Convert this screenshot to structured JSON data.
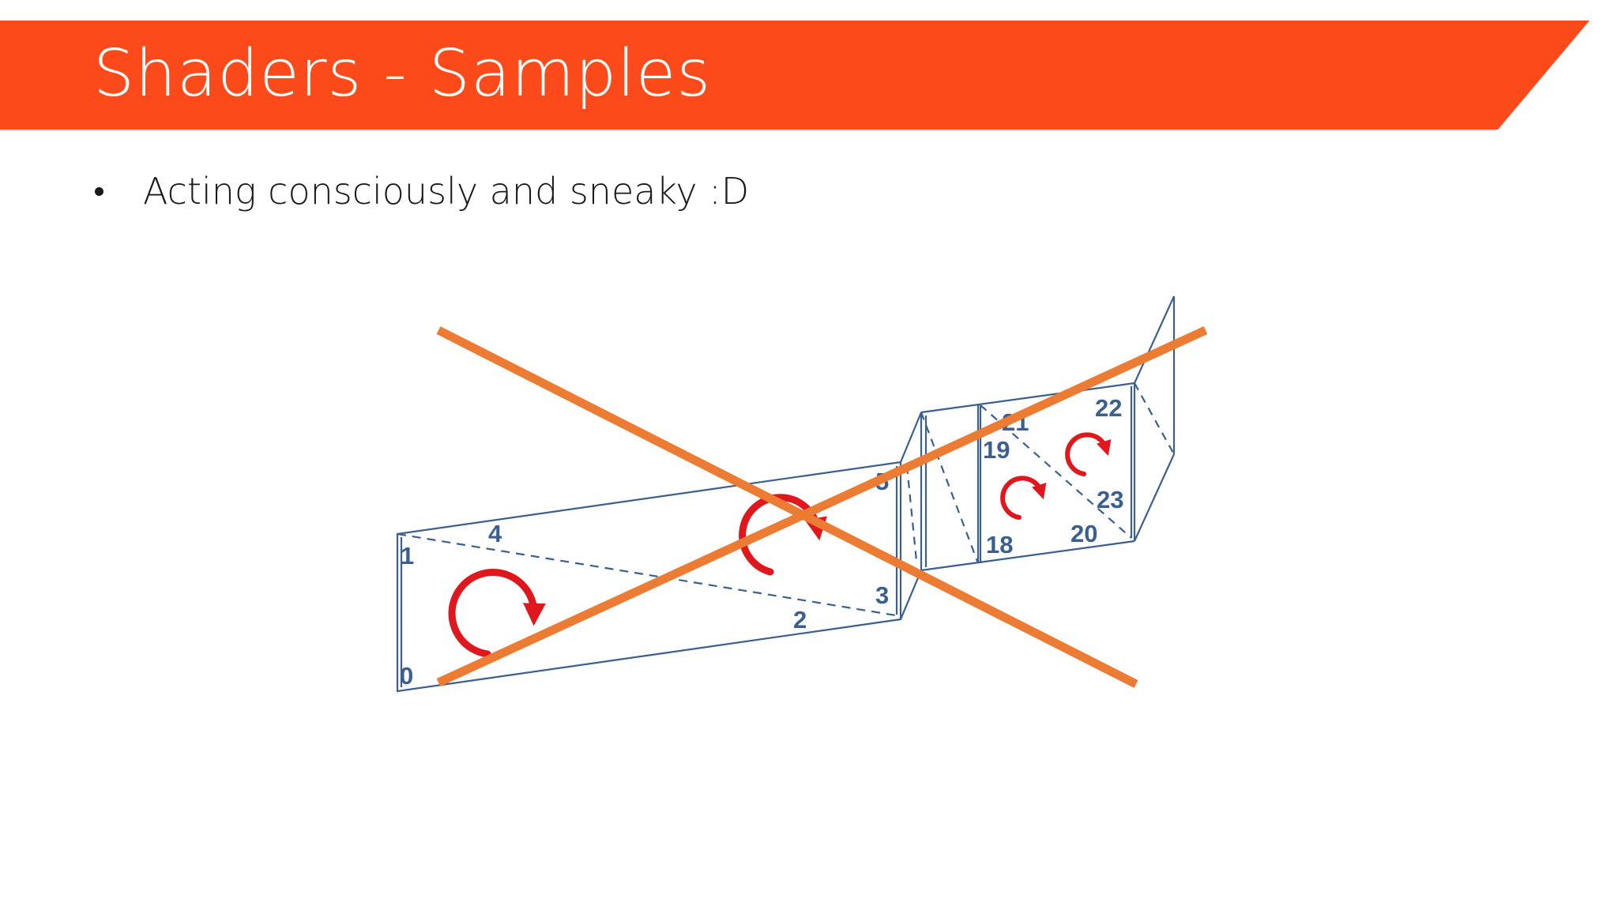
{
  "slide": {
    "title": "Shaders - Samples",
    "bullets": [
      "Acting consciously and sneaky :D"
    ]
  },
  "diagram": {
    "vertex_labels": [
      "0",
      "1",
      "2",
      "3",
      "4",
      "5",
      "18",
      "19",
      "20",
      "21",
      "22",
      "23"
    ]
  },
  "colors": {
    "banner": "#fc4a1a",
    "banner_shadow": "#b8b8b8",
    "outline": "#3b5f8f",
    "arrow": "#e0181e",
    "cross": "#ec7b34"
  }
}
